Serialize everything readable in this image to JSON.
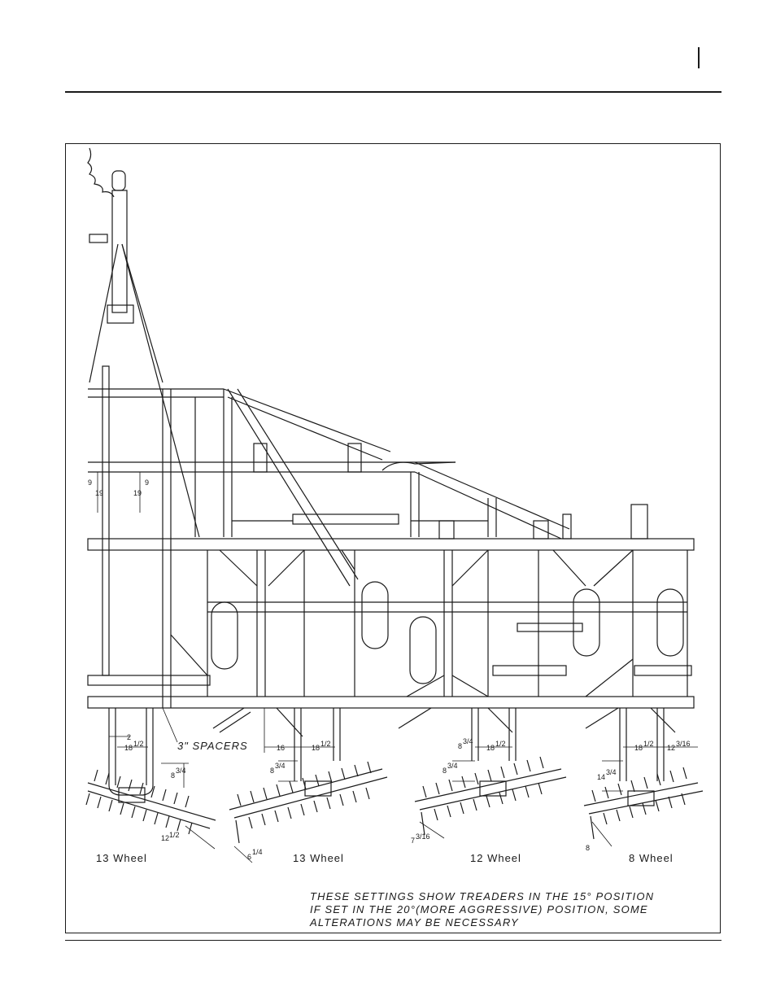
{
  "diagram": {
    "spacer_label": "3\" SPACERS",
    "dimensions": {
      "d9a": "9",
      "d19a": "19",
      "d9b": "9",
      "d19b": "19",
      "d2": "2",
      "d18a": "18",
      "d18a_frac": "1/2",
      "d8a": "8",
      "d8a_frac": "3/4",
      "d12": "12",
      "d12_frac": "1/2",
      "d16": "16",
      "d18b": "18",
      "d18b_frac": "1/2",
      "d8b": "8",
      "d8b_frac": "3/4",
      "d6": "6",
      "d6_frac": "1/4",
      "d8c": "8",
      "d8c_frac": "3/4",
      "d18c": "18",
      "d18c_frac": "1/2",
      "d8d": "8",
      "d8d_frac": "3/4",
      "d7": "7",
      "d7_frac": "3/16",
      "d18d": "18",
      "d18d_frac": "1/2",
      "d12b": "12",
      "d12b_frac": "3/16",
      "d14": "14",
      "d14_frac": "3/4",
      "d8e": "8"
    },
    "wheel_labels": [
      "13  Wheel",
      "13  Wheel",
      "12  Wheel",
      "8  Wheel"
    ],
    "note_lines": [
      "THESE SETTINGS SHOW TREADERS IN THE 15° POSITION",
      "IF SET IN THE 20°(MORE AGGRESSIVE) POSITION, SOME",
      "ALTERATIONS MAY BE NECESSARY"
    ]
  }
}
